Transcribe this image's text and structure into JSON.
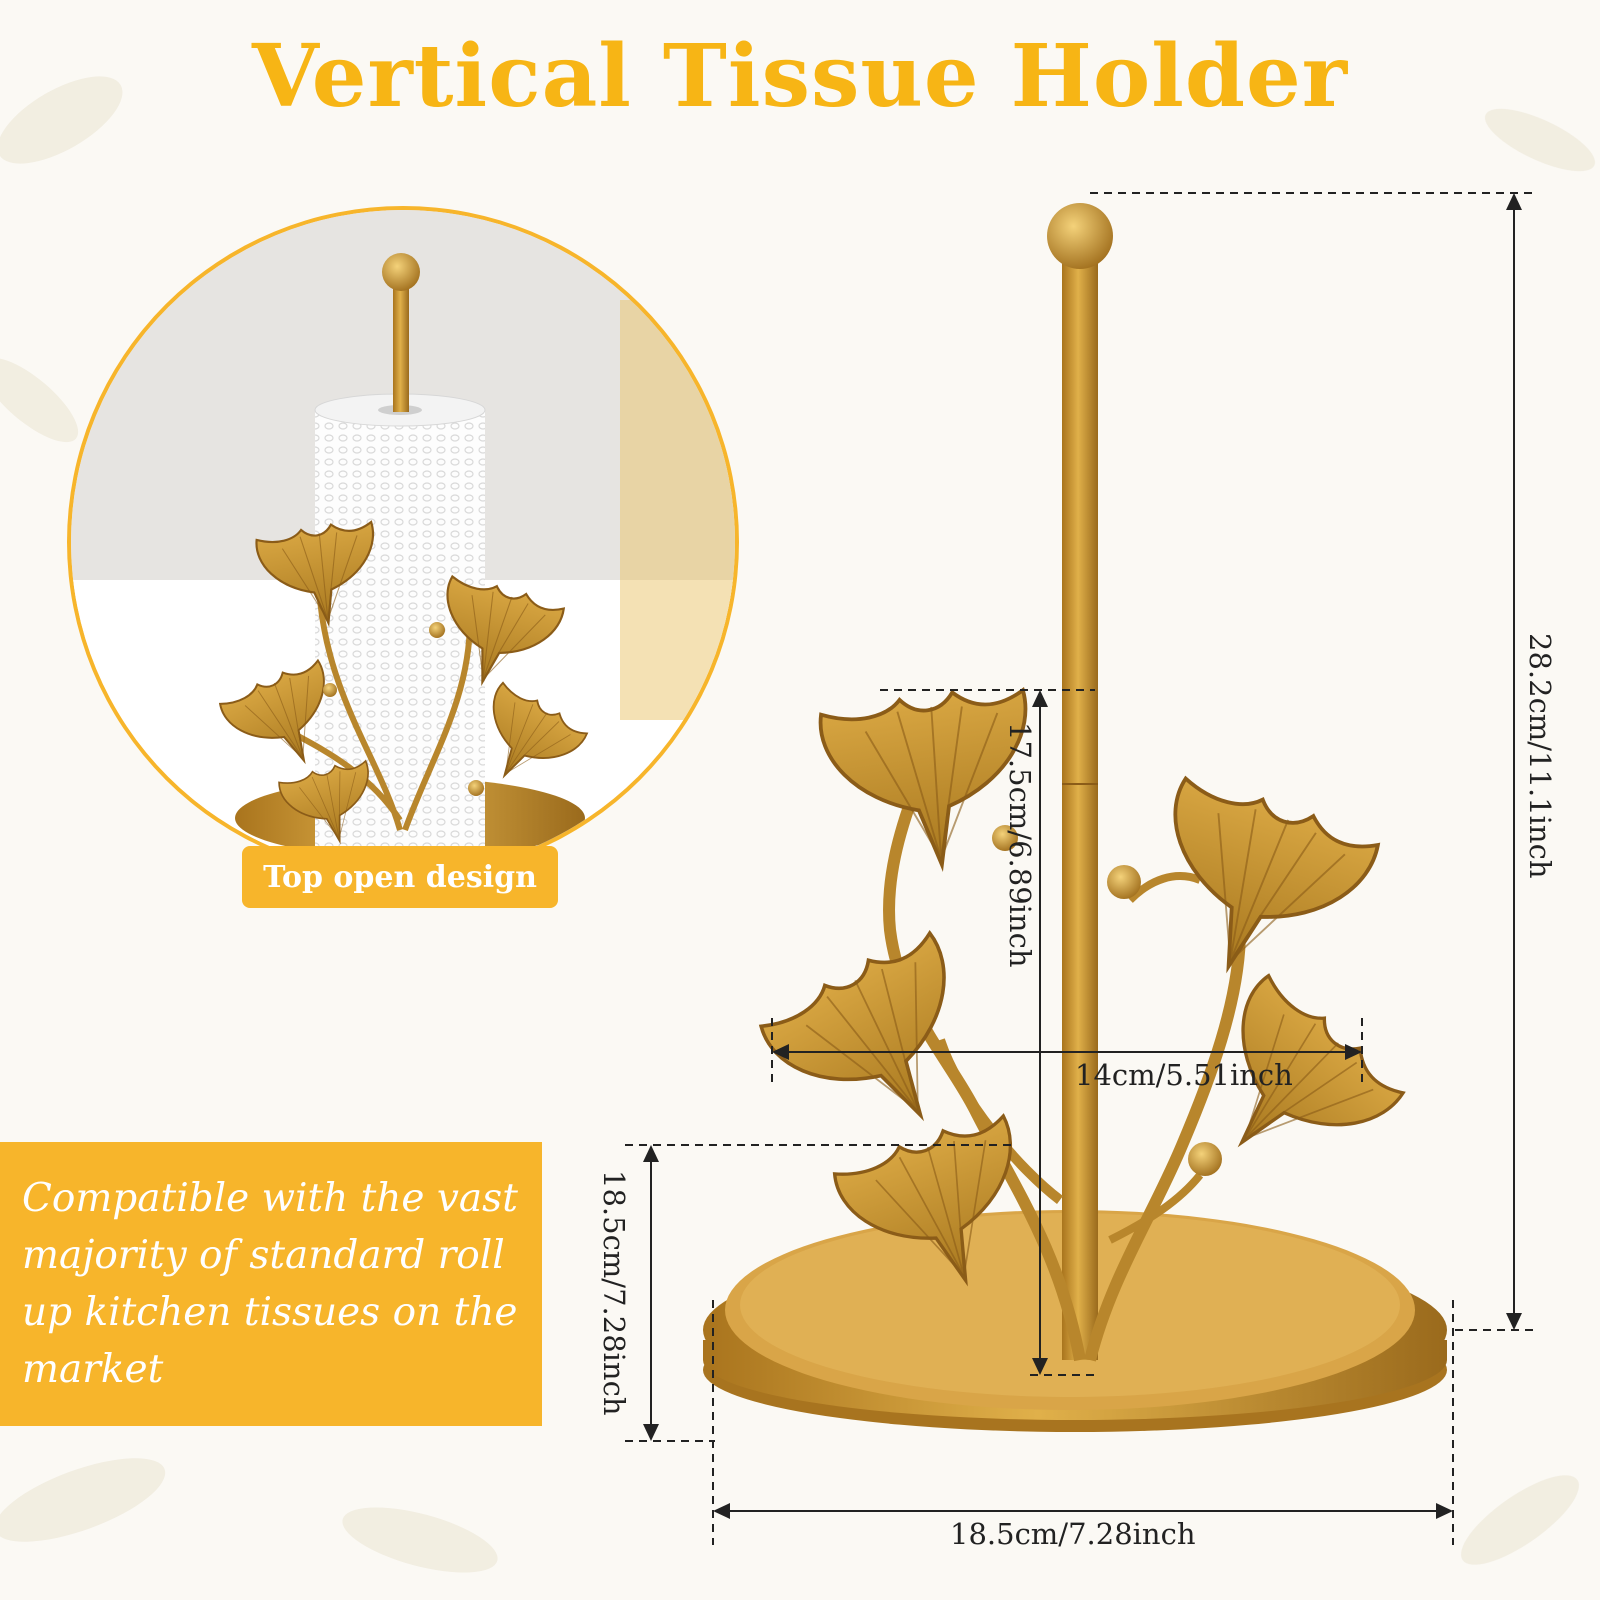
{
  "title": "Vertical Tissue Holder",
  "inset_label": "Top open design",
  "compatibility_text": "Compatible with the vast majority of standard roll up kitchen tissues on the market",
  "dimensions": {
    "total_height": "28.2cm/11.1inch",
    "leaf_height": "17.5cm/6.89inch",
    "leaf_width": "14cm/5.51inch",
    "base_height": "18.5cm/7.28inch",
    "base_diameter": "18.5cm/7.28inch"
  },
  "colors": {
    "accent": "#f7b52b",
    "title": "#f7b515",
    "gold": "#c8902c",
    "background": "#fbf9f4"
  }
}
